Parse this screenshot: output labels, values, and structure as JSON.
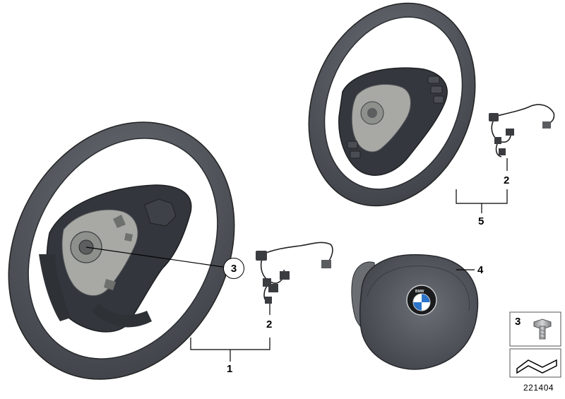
{
  "diagram": {
    "callouts": {
      "steering_wheel": "1",
      "wiring_harness_lower": "2",
      "screw_circled": "3",
      "airbag_module": "4",
      "wiring_harness_upper": "2",
      "steering_wheel_multifunction": "5"
    },
    "legend": {
      "screw_label": "3"
    },
    "diagram_id": "221404",
    "colors": {
      "wheel_rim": "#4a4e55",
      "wheel_hub": "#2f3238",
      "armature": "#a9aaa6",
      "airbag": "#55595f",
      "line": "#000000",
      "bmw_blue": "#2a73c9"
    }
  }
}
